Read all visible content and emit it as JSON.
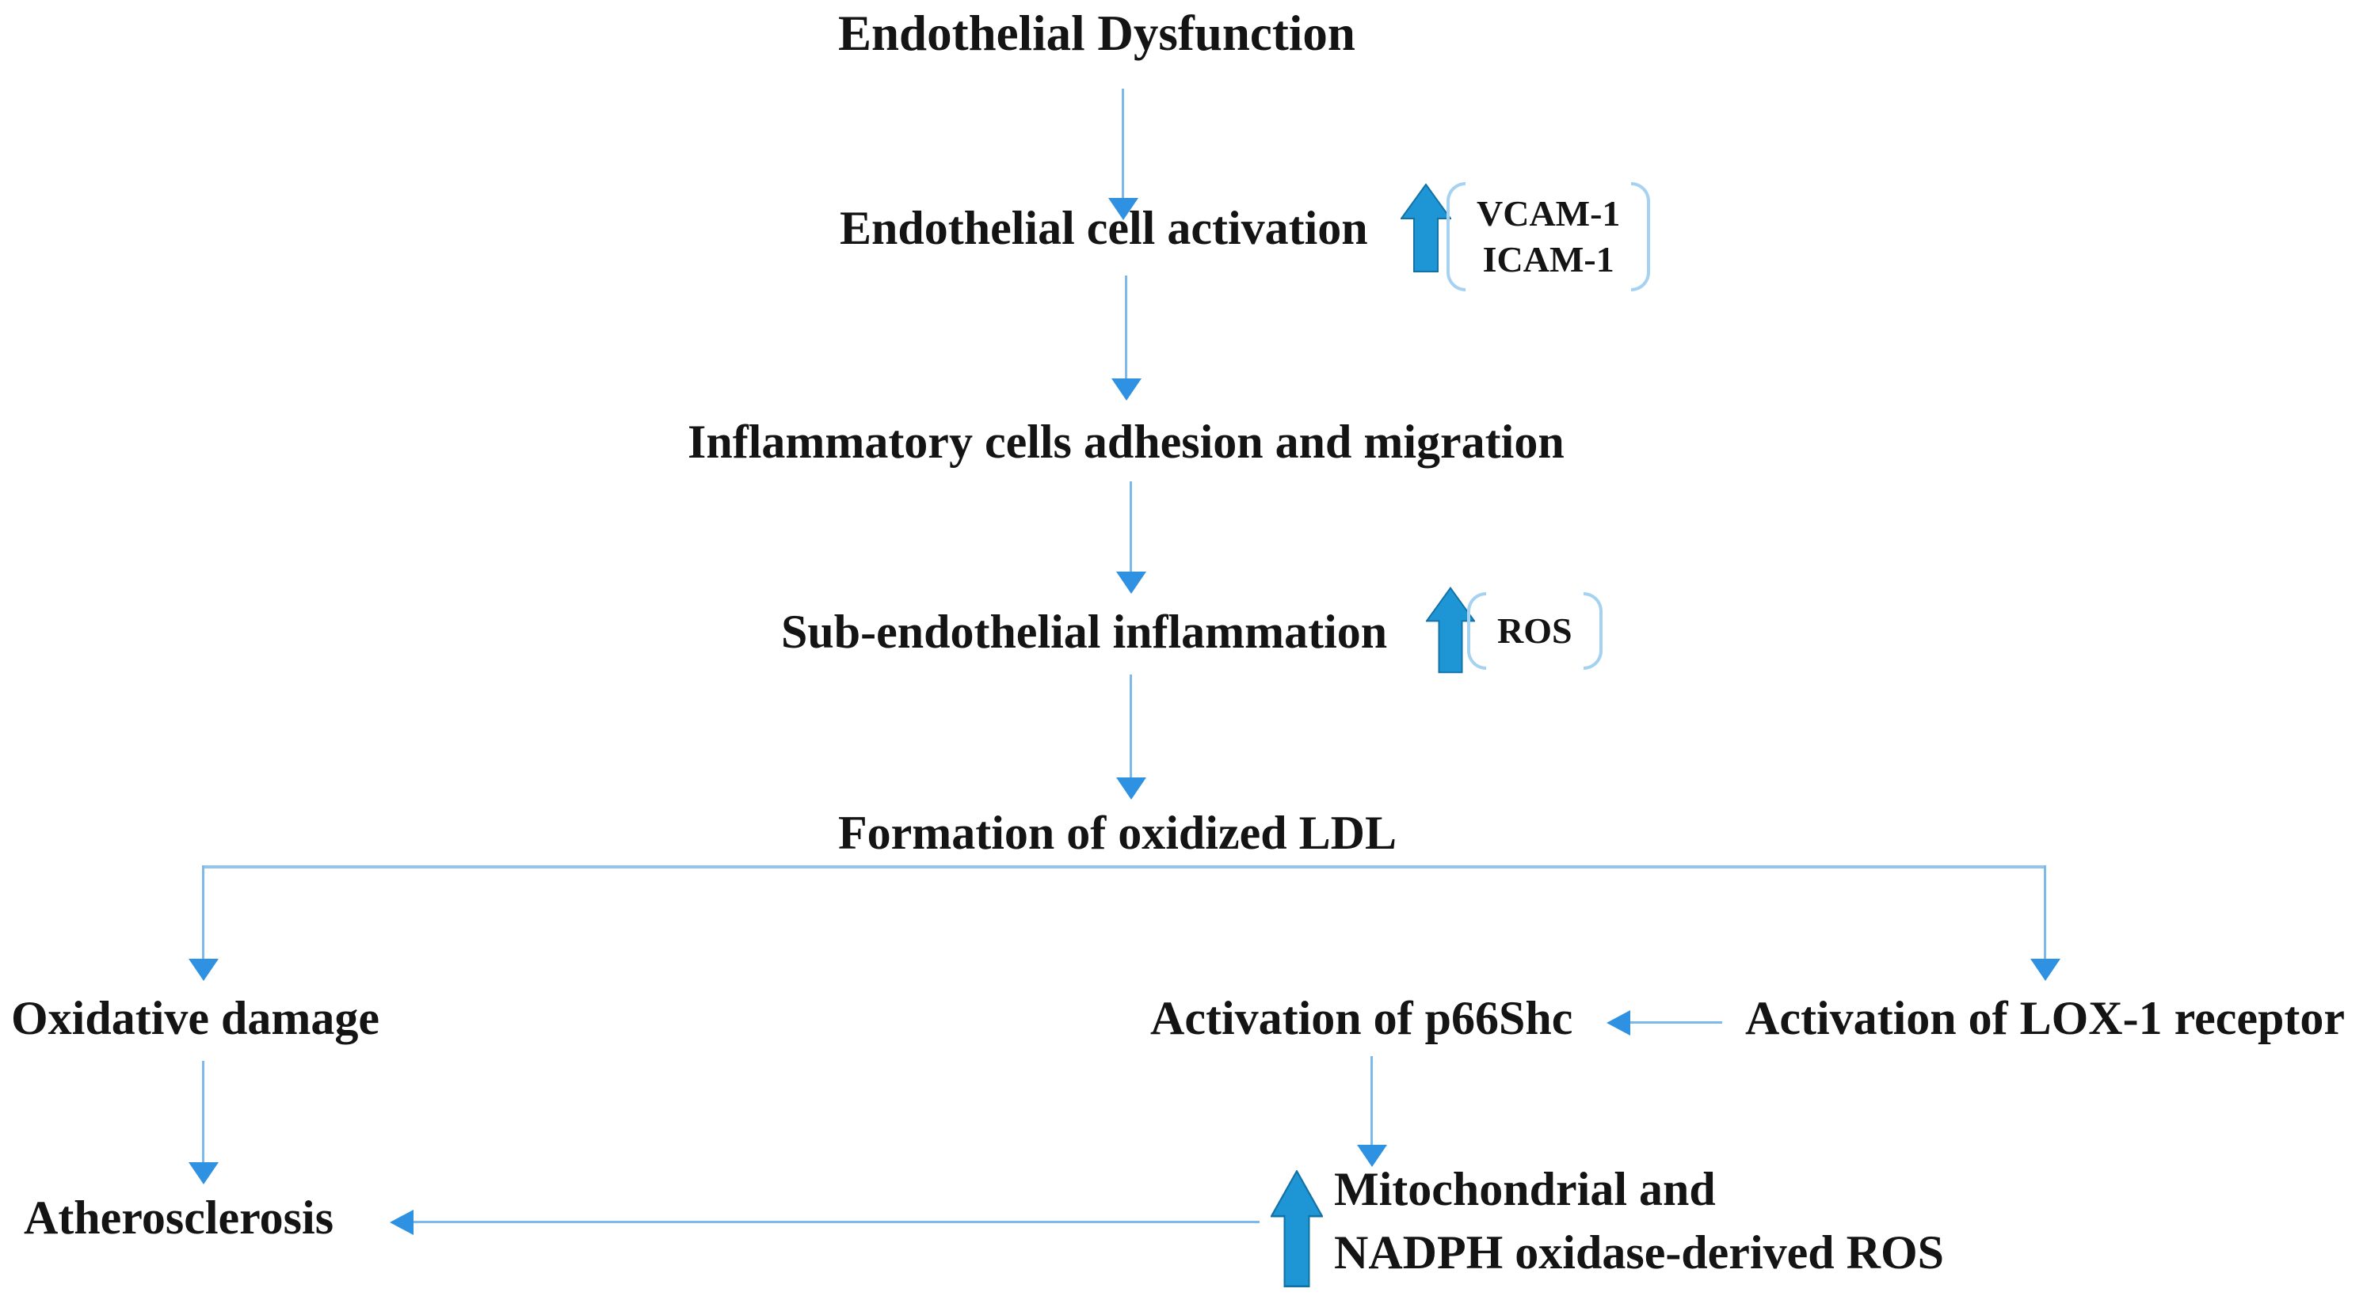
{
  "diagram": {
    "nodes": {
      "endothelial_dysfunction": "Endothelial Dysfunction",
      "endothelial_cell_activation": "Endothelial cell activation",
      "vcam1": "VCAM-1",
      "icam1": "ICAM-1",
      "inflammatory_adhesion": "Inflammatory cells adhesion and migration",
      "subendothelial_inflammation": "Sub-endothelial inflammation",
      "ros": "ROS",
      "oxidized_ldl": "Formation of oxidized LDL",
      "oxidative_damage": "Oxidative damage",
      "atherosclerosis": "Atherosclerosis",
      "p66shc": "Activation of p66Shc",
      "lox1": "Activation of LOX-1 receptor",
      "mitochondrial_line1": "Mitochondrial and",
      "mitochondrial_line2": "NADPH oxidase-derived ROS"
    },
    "edges": [
      {
        "from": "Endothelial Dysfunction",
        "to": "Endothelial cell activation"
      },
      {
        "from": "Endothelial cell activation",
        "to": "Inflammatory cells adhesion and migration"
      },
      {
        "from": "Inflammatory cells adhesion and migration",
        "to": "Sub-endothelial inflammation"
      },
      {
        "from": "Sub-endothelial inflammation",
        "to": "Formation of oxidized LDL"
      },
      {
        "from": "Formation of oxidized LDL",
        "to": "Oxidative damage"
      },
      {
        "from": "Formation of oxidized LDL",
        "to": "Activation of LOX-1 receptor"
      },
      {
        "from": "Oxidative damage",
        "to": "Atherosclerosis"
      },
      {
        "from": "Activation of LOX-1 receptor",
        "to": "Activation of p66Shc"
      },
      {
        "from": "Activation of p66Shc",
        "to": "Mitochondrial and NADPH oxidase-derived ROS"
      },
      {
        "from": "Mitochondrial and NADPH oxidase-derived ROS",
        "to": "Atherosclerosis"
      }
    ],
    "icons": {
      "up_block_arrow_meaning": "increase"
    },
    "colors": {
      "text": "#141414",
      "connector_line": "#7db9ea",
      "connector_arrowhead": "#2f91e2",
      "block_arrow_fill": "#1e96d6",
      "block_arrow_stroke": "#1172a5",
      "bracket": "#a5d2f1",
      "background": "#ffffff"
    }
  }
}
